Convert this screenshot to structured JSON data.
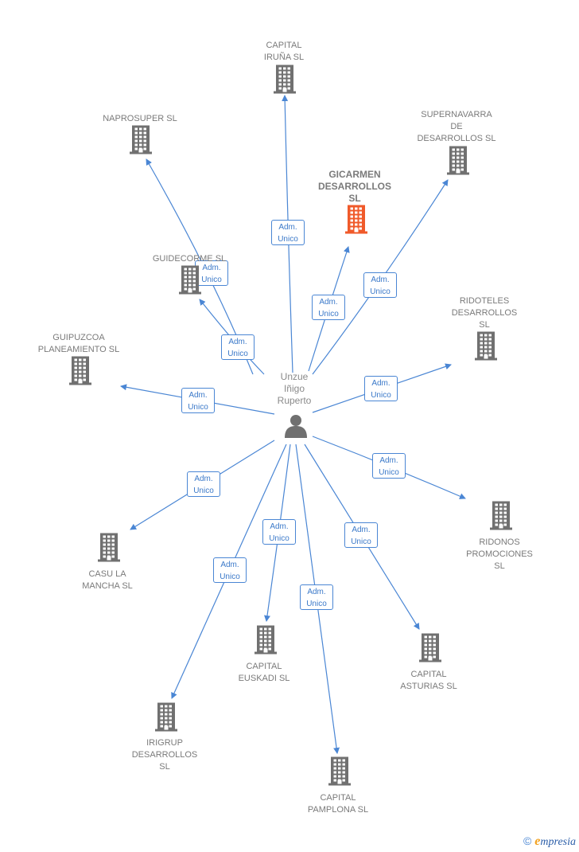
{
  "center": {
    "name": "Unzue\nIñigo\nRuperto"
  },
  "edge_label": {
    "line1": "Adm.",
    "line2": "Unico"
  },
  "colors": {
    "edge": "#4a86d4",
    "building": "#707070",
    "building_focus": "#f05a2a"
  },
  "companies": [
    {
      "id": "capital-iruna",
      "name": "CAPITAL\nIRUÑA SL",
      "focus": false
    },
    {
      "id": "naprosuper",
      "name": "NAPROSUPER SL",
      "focus": false
    },
    {
      "id": "supernavarra",
      "name": "SUPERNAVARRA\nDE\nDESARROLLOS SL",
      "focus": false
    },
    {
      "id": "gicarmen",
      "name": "GICARMEN\nDESARROLLOS\nSL",
      "focus": true
    },
    {
      "id": "guidecorme",
      "name": "GUIDECORME SL",
      "focus": false
    },
    {
      "id": "guipuzcoa",
      "name": "GUIPUZCOA\nPLANEAMIENTO SL",
      "focus": false
    },
    {
      "id": "ridoteles",
      "name": "RIDOTELES\nDESARROLLOS\nSL",
      "focus": false
    },
    {
      "id": "ridonos",
      "name": "RIDONOS\nPROMOCIONES\nSL",
      "focus": false
    },
    {
      "id": "casu",
      "name": "CASU LA\nMANCHA SL",
      "focus": false
    },
    {
      "id": "capital-euskadi",
      "name": "CAPITAL\nEUSKADI SL",
      "focus": false
    },
    {
      "id": "capital-asturias",
      "name": "CAPITAL\nASTURIAS SL",
      "focus": false
    },
    {
      "id": "irigrup",
      "name": "IRIGRUP\nDESARROLLOS\nSL",
      "focus": false
    },
    {
      "id": "capital-pamplona",
      "name": "CAPITAL\nPAMPLONA SL",
      "focus": false
    }
  ],
  "brand": {
    "copyright": "©",
    "name_first": "e",
    "name_rest": "mpresia"
  }
}
